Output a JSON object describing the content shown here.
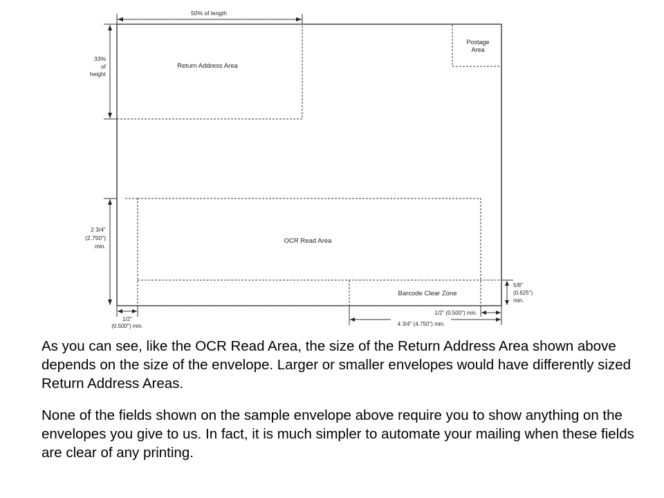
{
  "diagram": {
    "top_dimension": "50% of length",
    "left_dimension_1": [
      "33%",
      "of",
      "height"
    ],
    "postage_area": [
      "Postage",
      "Area"
    ],
    "return_address_area": "Return Address Area",
    "ocr_read_area": "OCR Read Area",
    "left_dimension_2": [
      "2 3/4\"",
      "(2.750\")",
      "min."
    ],
    "barcode_clear_zone": "Barcode Clear Zone",
    "right_dimension": [
      "5/8\"",
      "(0.625\")",
      "min."
    ],
    "bottom_left_dimension": [
      "1/2\"",
      "(0.500\") min."
    ],
    "bottom_right_dimension_1": "1/2\" (0.500\") min.",
    "bottom_right_dimension_2": "4 3/4\" (4.750\") min."
  },
  "paragraphs": [
    "As you can see, like the OCR Read Area, the size of the Return Address Area shown above depends on the size of the envelope.  Larger or smaller envelopes would have differently sized Return Address Areas.",
    "None of the fields shown on the sample envelope above require you to show anything on the envelopes you give to us.  In fact, it is much simpler to automate your mailing when these fields are clear of any printing."
  ]
}
